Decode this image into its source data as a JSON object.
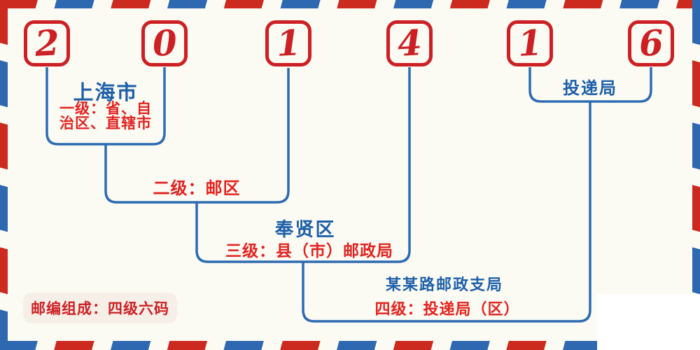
{
  "postcode": {
    "full": "201416",
    "digits": [
      "2",
      "0",
      "1",
      "4",
      "1",
      "6"
    ]
  },
  "annotations": {
    "level1": {
      "place_name": "上海市",
      "desc_line1": "一级：省、自",
      "desc_line2": "治区、直辖市"
    },
    "level2": {
      "desc": "二级：邮区"
    },
    "level3": {
      "place_name": "奉贤区",
      "desc": "三级：县（市）邮政局"
    },
    "level4": {
      "place_name": "某某路邮政支局",
      "desc": "四级：投递局（区）"
    },
    "delivery_office": {
      "label": "投递局"
    }
  },
  "footer": {
    "badge_text": "邮编组成：四级六码"
  },
  "colors": {
    "stripe_red": "#cc2a1e",
    "stripe_blue": "#2e68b1",
    "digit_red": "#cc2025",
    "connector_blue": "#2e6bb3",
    "place_text_blue": "#1e5fa9",
    "level_text_red": "#e32220",
    "badge_background": "#f6efe7",
    "canvas_background": "#fbfbf3"
  }
}
